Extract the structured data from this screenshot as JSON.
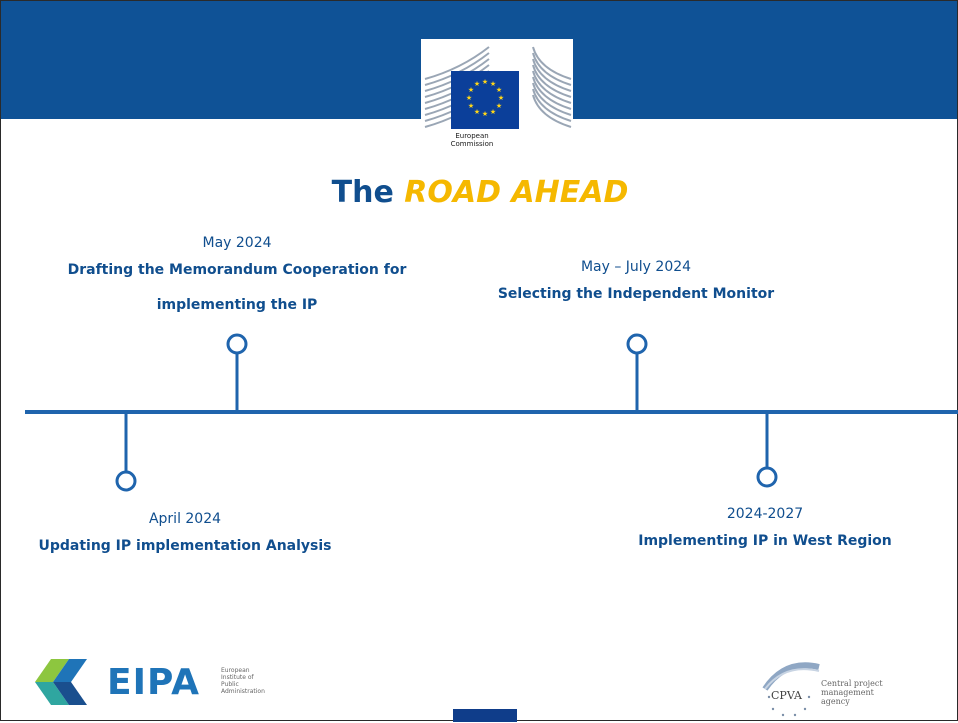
{
  "header": {
    "logo_name_line1": "European",
    "logo_name_line2": "Commission"
  },
  "title": {
    "prefix": "The",
    "highlight": "ROAD AHEAD"
  },
  "milestones": [
    {
      "date": "May 2024",
      "desc_line1": "Drafting the Memorandum Cooperation for",
      "desc_line2": "implementing the IP"
    },
    {
      "date": "May – July 2024",
      "desc_line1": "Selecting the Independent Monitor"
    },
    {
      "date": "April 2024",
      "desc_line1": "Updating IP implementation Analysis"
    },
    {
      "date": "2024-2027",
      "desc_line1": "Implementing IP in West Region"
    }
  ],
  "footer": {
    "eipa_name": "EIPA",
    "eipa_sub_line1": "European",
    "eipa_sub_line2": "Institute of",
    "eipa_sub_line3": "Public",
    "eipa_sub_line4": "Administration",
    "cpva_abbr": "CPVA",
    "cpva_line1": "Central project",
    "cpva_line2": "management",
    "cpva_line3": "agency"
  },
  "colors": {
    "brand_blue": "#0f5296",
    "text_blue": "#104e8e",
    "accent_yellow": "#f5b800"
  }
}
